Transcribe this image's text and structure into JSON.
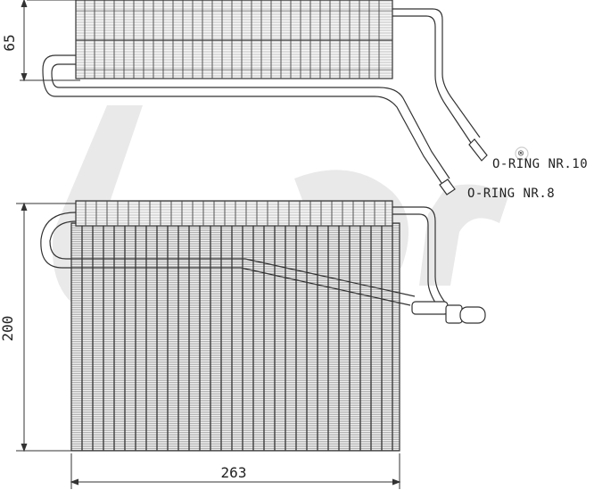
{
  "dimensions": {
    "height_top": "65",
    "height_front": "200",
    "width": "263"
  },
  "labels": {
    "oring_1": "O-RING NR.10",
    "oring_2": "O-RING NR.8",
    "registered_mark": "®"
  },
  "colors": {
    "line": "#333333",
    "watermark": "#e9e9e9",
    "fin_fill": "#f3f3f3",
    "fin_hatch": "#9a9a9a"
  },
  "icons": {
    "watermark": "brand-logo-watermark"
  }
}
